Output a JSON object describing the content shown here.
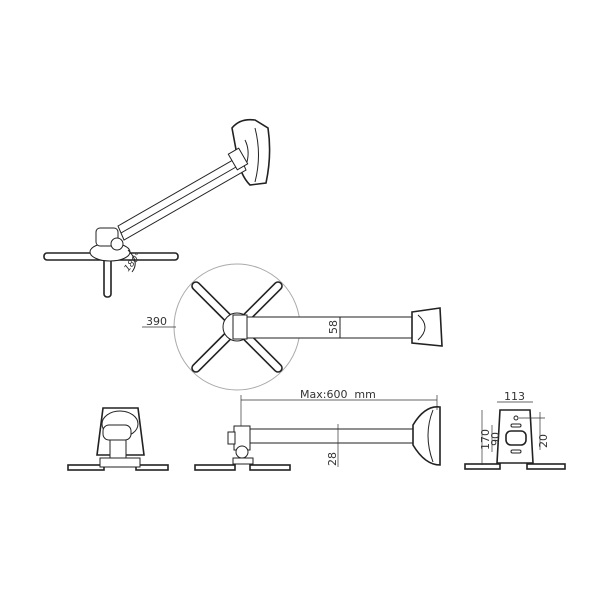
{
  "views": {
    "isometric": {
      "rotation_label": "180°"
    },
    "top": {
      "circle_diameter_label": "390",
      "tube_width_label": "58"
    },
    "side": {
      "max_length_label": "Max:600  mm",
      "tube_height_label": "28"
    },
    "front": {},
    "wall_plate": {
      "width_label": "113",
      "height_label": "170",
      "hole_spacing_label": "90",
      "offset_label": "20"
    }
  }
}
